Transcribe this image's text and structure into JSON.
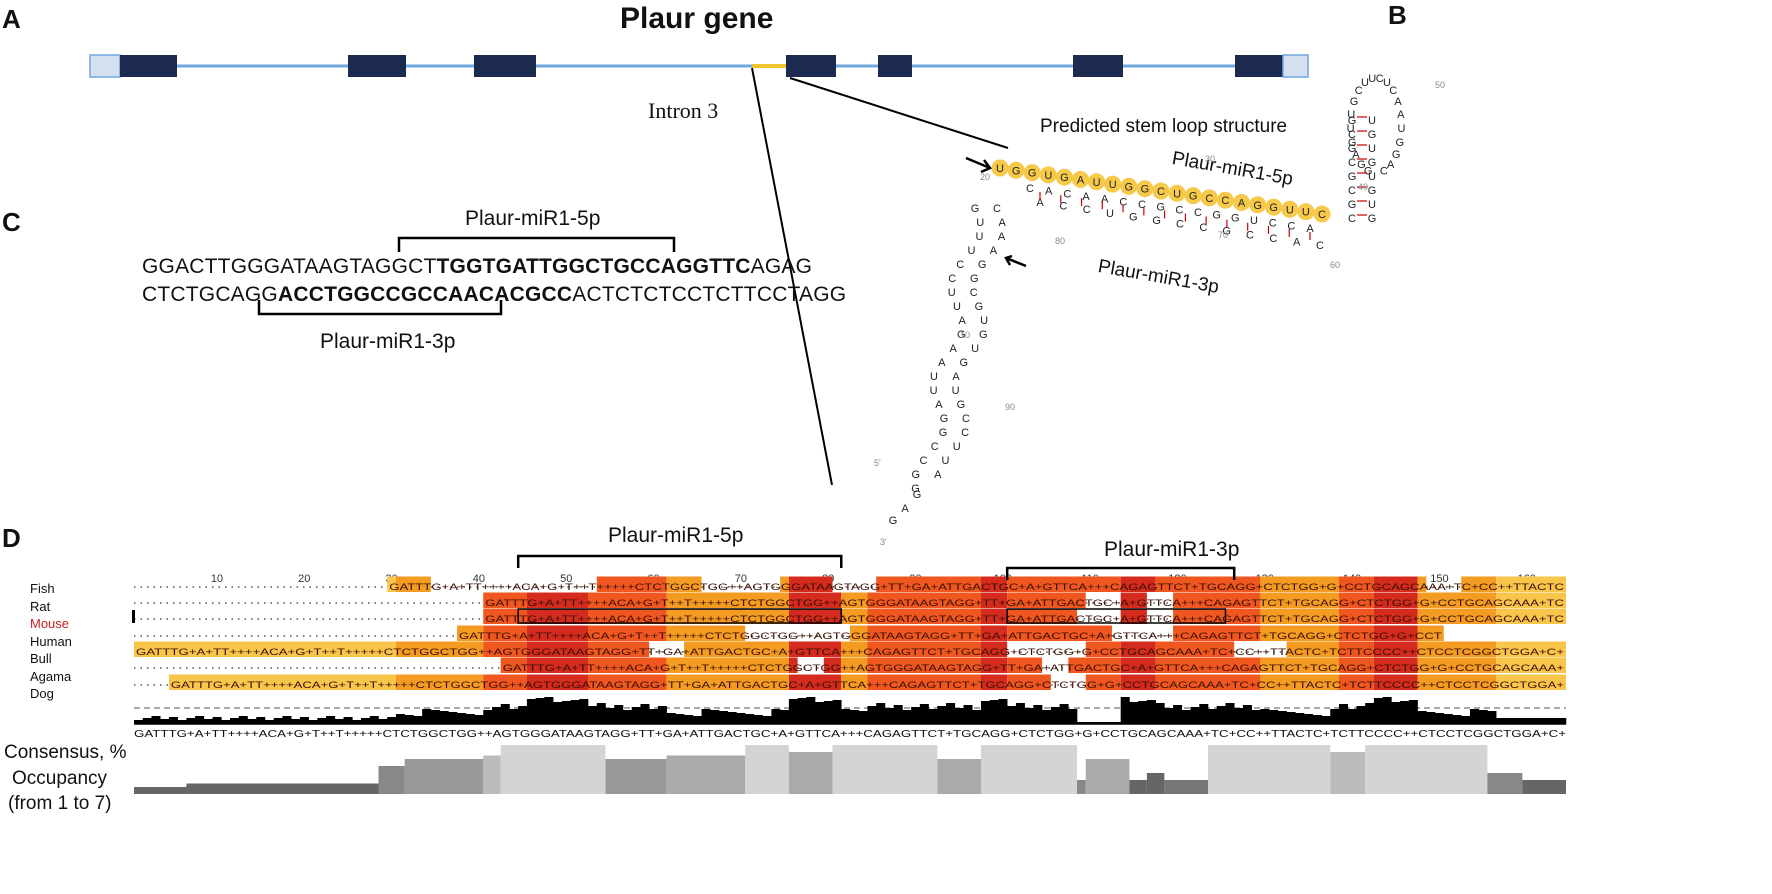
{
  "panels": {
    "a": "A",
    "b": "B",
    "c": "C",
    "d": "D"
  },
  "gene": {
    "title": "Plaur gene",
    "intron_label": "Intron 3",
    "colors": {
      "exon": "#1b2a4e",
      "utr": "#d4dff0",
      "line": "#6fa8dc",
      "intron3": "#f1c232"
    }
  },
  "stem_loop": {
    "title": "Predicted stem loop structure",
    "label_5p": "Plaur-miR1-5p",
    "label_3p": "Plaur-miR1-3p",
    "pos_labels": [
      "50",
      "40",
      "30",
      "20",
      "80",
      "70",
      "60",
      "10",
      "90",
      "5'",
      "3'"
    ],
    "mature_5p_nt": [
      "U",
      "G",
      "G",
      "U",
      "G",
      "A",
      "U",
      "U",
      "G",
      "G",
      "C",
      "U",
      "G",
      "C",
      "C",
      "A",
      "G",
      "G",
      "U",
      "U",
      "C"
    ],
    "mature_3p_nt": [
      "C",
      "A",
      "C",
      "C",
      "G",
      "C",
      "C",
      "G",
      "G",
      "U",
      "C",
      "C",
      "A"
    ],
    "stem_nt_top": [
      "C",
      "A",
      "C",
      "A",
      "A",
      "C",
      "C",
      "G",
      "C",
      "C",
      "G",
      "G",
      "U",
      "C",
      "C",
      "A"
    ],
    "loop_nt": [
      "G",
      "G",
      "A",
      "G",
      "U",
      "U",
      "G",
      "C",
      "U",
      "U",
      "C",
      "U",
      "C",
      "A",
      "A",
      "U",
      "G",
      "G",
      "A",
      "C"
    ],
    "lower_nt": [
      "G",
      "C",
      "U",
      "A",
      "U",
      "A",
      "U",
      "A",
      "C",
      "G",
      "C",
      "G",
      "U",
      "C",
      "U",
      "G",
      "A",
      "U",
      "G",
      "G",
      "A",
      "U",
      "A",
      "G",
      "U",
      "A",
      "U",
      "U",
      "A",
      "G",
      "G",
      "C",
      "G",
      "C",
      "C",
      "U",
      "C",
      "U",
      "G",
      "A",
      "G"
    ],
    "colors": {
      "highlight": "#f7c948",
      "pair": "#cc0000"
    }
  },
  "panel_c": {
    "label_5p": "Plaur-miR1-5p",
    "label_3p": "Plaur-miR1-3p",
    "line1_pre": "GGACTTGGGATAAGTAGGCT",
    "line1_bold": "TGGTGATTGGCTGCCAGGTTC",
    "line1_post": "AGAG",
    "line2_pre": "CTCTGCAGG",
    "line2_bold": "ACCTGGCCGCCAACACGCC",
    "line2_post": "ACTCTCTCCTCTTCCTAGG"
  },
  "alignment": {
    "label_5p": "Plaur-miR1-5p",
    "label_3p": "Plaur-miR1-3p",
    "ruler": [
      "10",
      "20",
      "30",
      "40",
      "50",
      "60",
      "70",
      "80",
      "90",
      "100",
      "110",
      "120",
      "130",
      "140",
      "150",
      "160"
    ],
    "species": [
      {
        "name": "Fish",
        "color": "#111111"
      },
      {
        "name": "Rat",
        "color": "#111111"
      },
      {
        "name": "Mouse",
        "color": "#cc2222"
      },
      {
        "name": "Human",
        "color": "#111111"
      },
      {
        "name": "Bull",
        "color": "#111111"
      },
      {
        "name": "Agama",
        "color": "#111111"
      },
      {
        "name": "Dog",
        "color": "#111111"
      }
    ],
    "consensus_label": "Consensus, %",
    "occupancy_label": "Occupancy",
    "occupancy_sub": "(from 1 to 7)",
    "consensus_seq": "GATTTG+A+TT++++ACA+G+T++T+++++CTCTGGCTGG++AGTGGGATAAGTAGG+TT+GA+ATTGACTGC+A+GTTCA+++CAGAGTTCT+TGCAGG+CTCTGG+G+CCTGCAGCAAA+TC+CC++TTACTC+TCTTCCCC++CTCCTCGGCTGGA+C+",
    "colors": {
      "high": "#d42b1e",
      "mid": "#f0561f",
      "low": "#f49b21",
      "base": "#f9c54a"
    }
  }
}
